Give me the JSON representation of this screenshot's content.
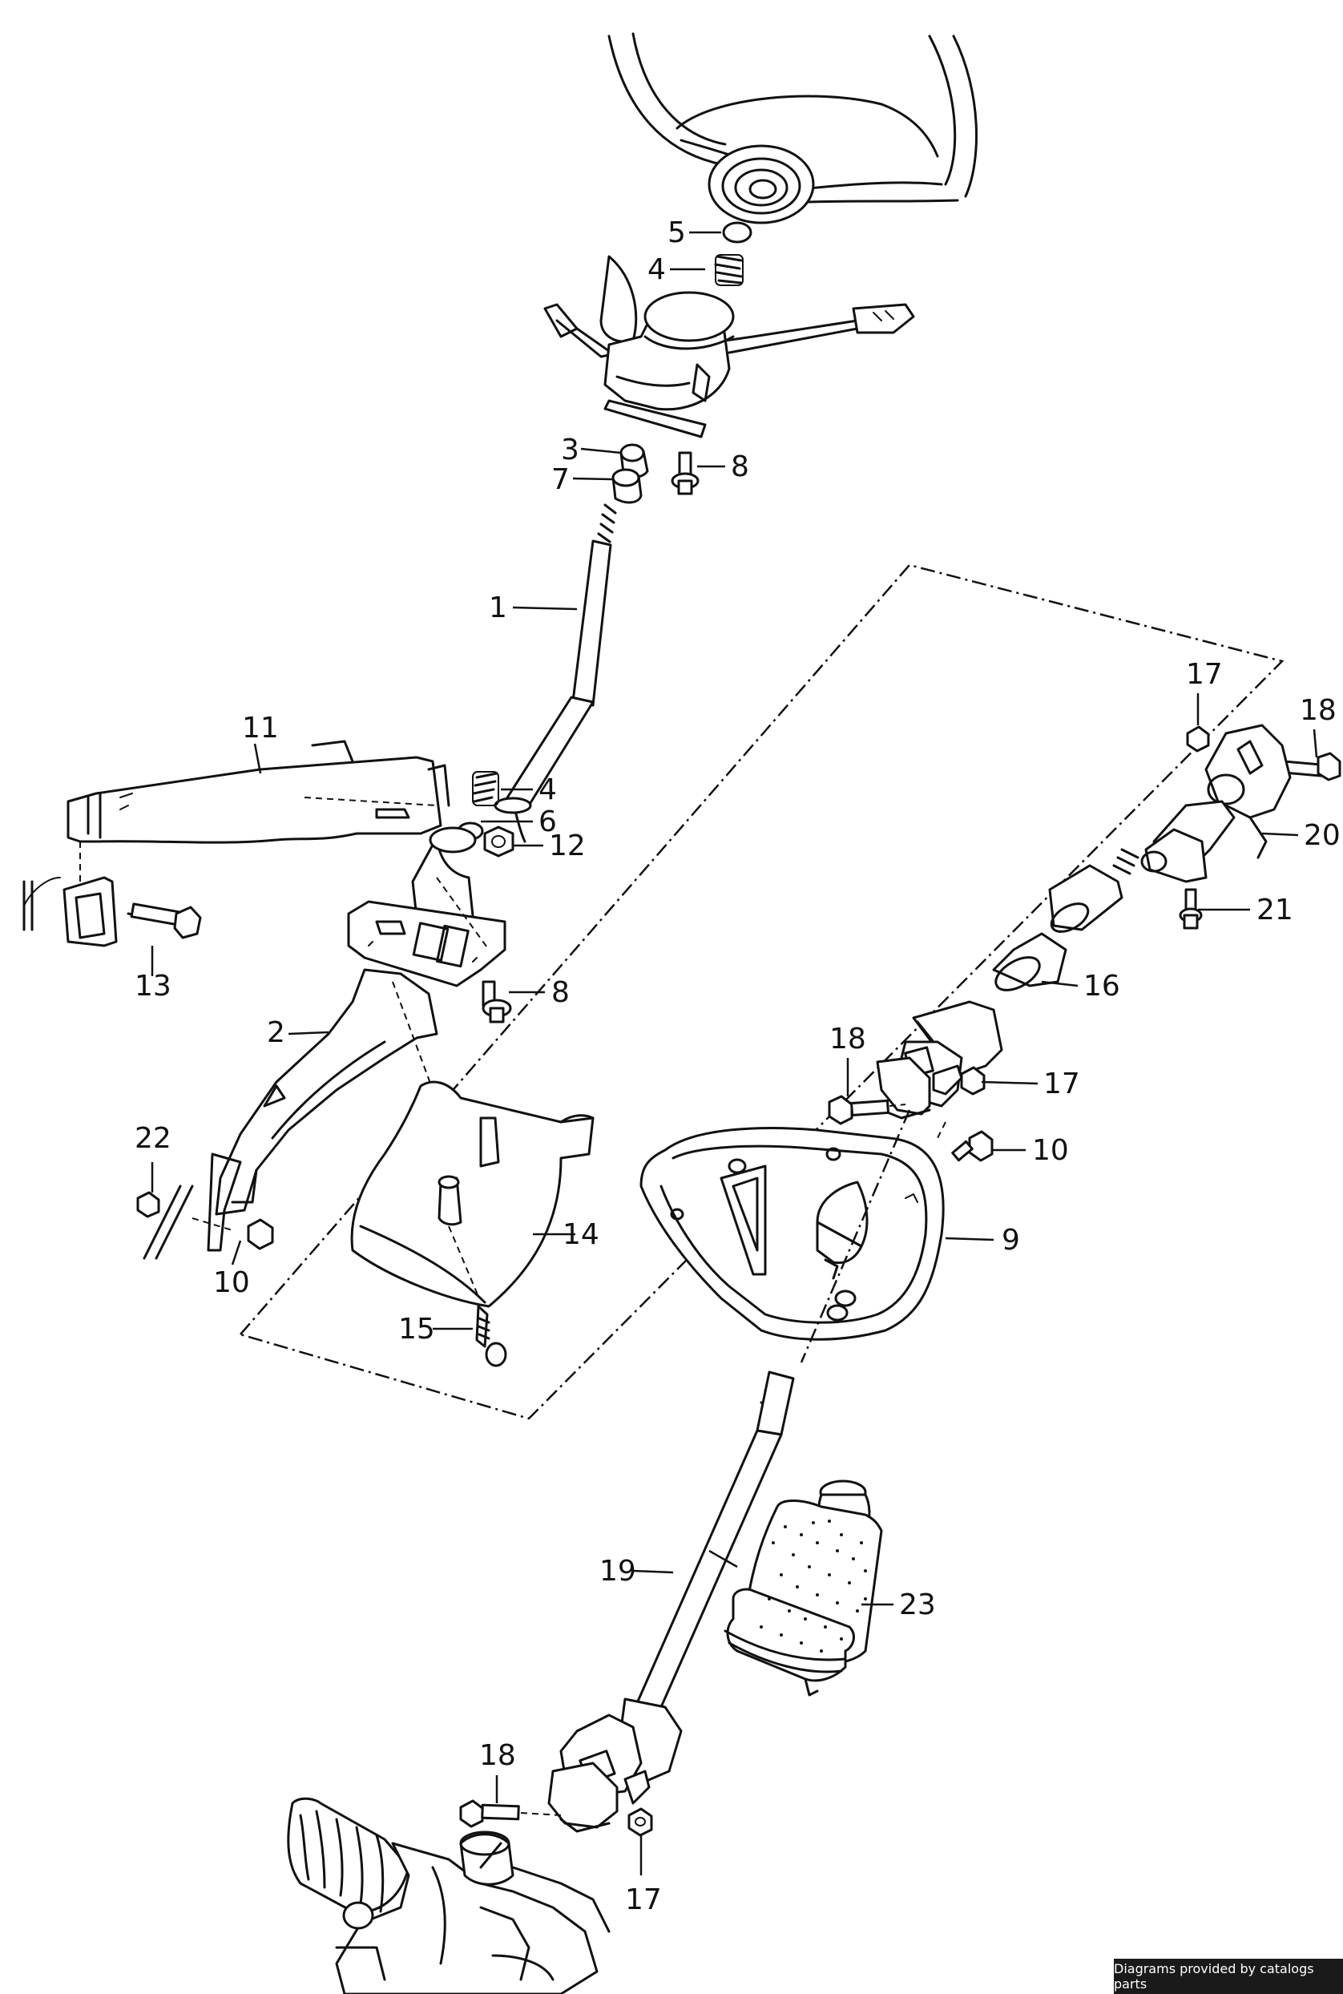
{
  "callouts": {
    "c1": "1",
    "c2": "2",
    "c3": "3",
    "c4a": "4",
    "c4b": "4",
    "c5": "5",
    "c6": "6",
    "c7": "7",
    "c8a": "8",
    "c8b": "8",
    "c9": "9",
    "c10a": "10",
    "c10b": "10",
    "c11": "11",
    "c12": "12",
    "c13": "13",
    "c14": "14",
    "c15": "15",
    "c16": "16",
    "c17a": "17",
    "c17b": "17",
    "c17c": "17",
    "c18a": "18",
    "c18b": "18",
    "c18c": "18",
    "c19": "19",
    "c20": "20",
    "c21": "21",
    "c22": "22",
    "c23": "23"
  },
  "credit": "Diagrams provided by catalogs parts"
}
